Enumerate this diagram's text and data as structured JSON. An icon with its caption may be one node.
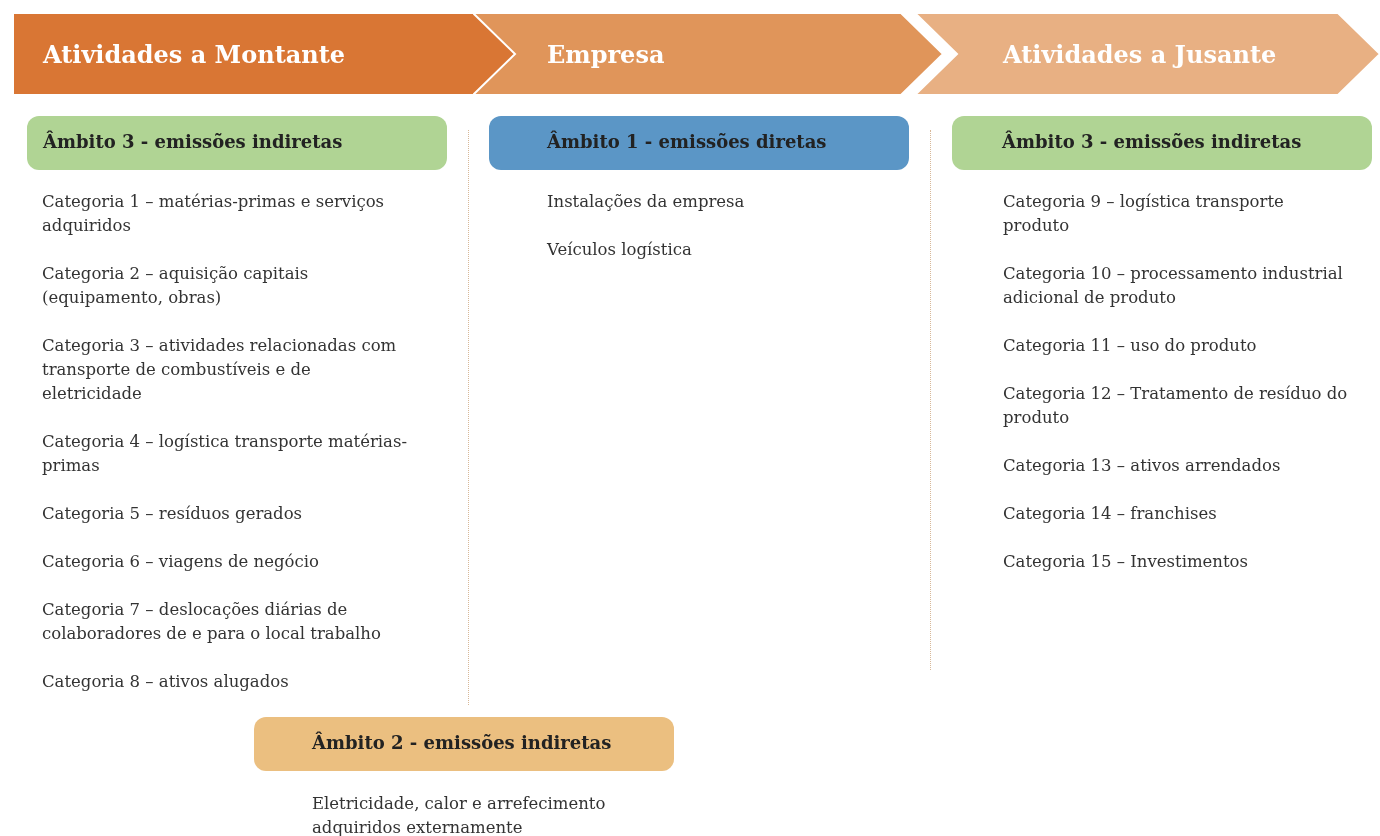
{
  "diagram": {
    "nodes": [
      {
        "text": [
          "Atividades a Montante"
        ]
      },
      {
        "text": [
          "Empresa"
        ]
      },
      {
        "text": [
          "Atividades a Jusante"
        ]
      },
      {
        "text": [
          "Âmbito 3 - emissões indiretas"
        ]
      },
      {
        "text": [
          "Âmbito 1 - emissões diretas"
        ]
      },
      {
        "text": [
          "Âmbito 3 - emissões indiretas"
        ]
      },
      {
        "text": [
          "Âmbito 2 - emissões indiretas"
        ]
      }
    ],
    "edges": [],
    "labels": [
      "Categoria 1 – matérias-primas e serviços adquiridos",
      "Categoria 2 – aquisição capitais (equipamento, obras)",
      "Categoria 3 – atividades relacionadas com transporte de combustíveis e de eletricidade",
      "Categoria 4 – logística transporte matérias-primas",
      "Categoria 5 – resíduos gerados",
      "Categoria 6 – viagens de negócio",
      "Categoria 7 – deslocações diárias de colaboradores de e para o local trabalho",
      "Categoria 8 – ativos alugados",
      "Instalações da empresa",
      "Veículos logística",
      "Categoria 9 – logística transporte produto",
      "Categoria 10 – processamento industrial adicional de produto",
      "Categoria 11 – uso do produto",
      "Categoria 12 – Tratamento de resíduo do produto",
      "Categoria 13 – ativos arrendados",
      "Categoria 14 – franchises",
      "Categoria 15 – Investimentos",
      "Eletricidade, calor e arrefecimento adquiridos externamente"
    ]
  }
}
